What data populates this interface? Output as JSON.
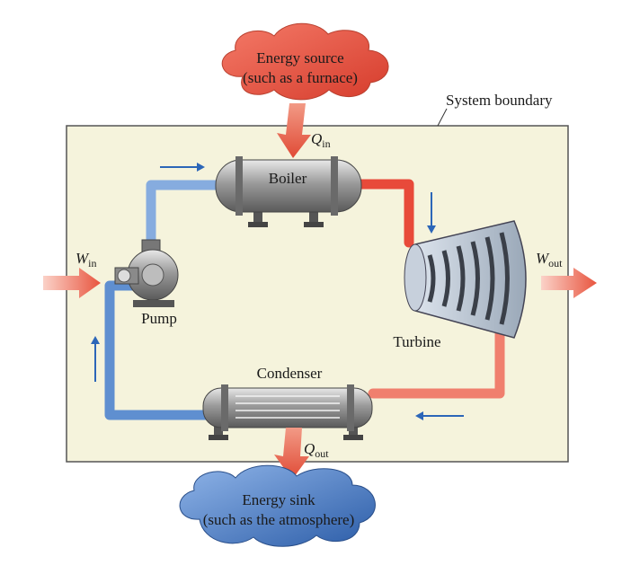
{
  "source": {
    "line1": "Energy source",
    "line2": "(such as a furnace)"
  },
  "sink": {
    "line1": "Energy sink",
    "line2": "(such as the atmosphere)"
  },
  "boundary_label": "System boundary",
  "components": {
    "boiler": "Boiler",
    "turbine": "Turbine",
    "condenser": "Condenser",
    "pump": "Pump"
  },
  "flows": {
    "q_in": {
      "symbol": "Q",
      "subscript": "in"
    },
    "q_out": {
      "symbol": "Q",
      "subscript": "out"
    },
    "w_in": {
      "symbol": "W",
      "subscript": "in"
    },
    "w_out": {
      "symbol": "W",
      "subscript": "out"
    }
  },
  "colors": {
    "boundary_fill": "#f5f3dc",
    "hot_pipe": "#e84a3a",
    "cold_pipe": "#6f9fd6",
    "flow_arrow": "#2c66b8",
    "source_cloud": "#e8604e",
    "sink_cloud": "#3d6fb8",
    "energy_arrow": "#e8553f"
  }
}
